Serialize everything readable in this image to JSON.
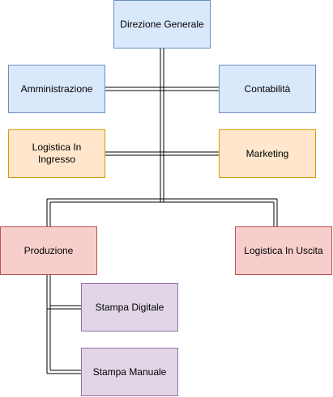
{
  "nodes": {
    "direzione_generale": "Direzione Generale",
    "amministrazione": "Amministrazione",
    "contabilita": "Contabilità",
    "logistica_ingresso": "Logistica In Ingresso",
    "marketing": "Marketing",
    "produzione": "Produzione",
    "logistica_uscita": "Logistica In Uscita",
    "stampa_digitale": "Stampa Digitale",
    "stampa_manuale": "Stampa Manuale"
  },
  "colors": {
    "blue_fill": "#dae8fc",
    "blue_stroke": "#6c8ebf",
    "orange_fill": "#ffe6cc",
    "orange_stroke": "#d79b00",
    "red_fill": "#f8cecc",
    "red_stroke": "#b85450",
    "purple_fill": "#e1d5e7",
    "purple_stroke": "#9673a6",
    "connector": "#000000"
  }
}
